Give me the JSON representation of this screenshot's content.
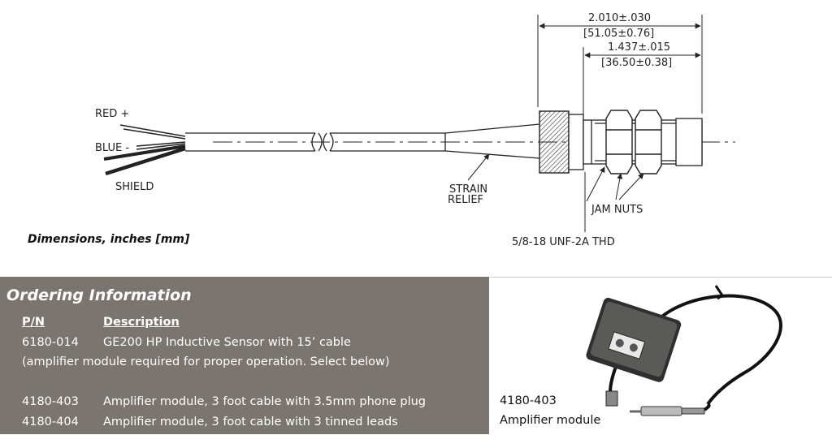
{
  "drawing": {
    "dim_overall": "2.010±.030",
    "dim_overall_mm": "[51.05±0.76]",
    "dim_body": "1.437±.015",
    "dim_body_mm": "[36.50±0.38]",
    "lead_red": "RED +",
    "lead_blue": "BLUE -",
    "lead_shield": "SHIELD",
    "strain_1": "STRAIN",
    "strain_2": "RELIEF",
    "jam_nuts": "JAM NUTS",
    "thread": "5/8-18 UNF-2A THD",
    "caption": "Dimensions, inches [mm]"
  },
  "ordering": {
    "title": "Ordering Information",
    "col_pn": "P/N",
    "col_desc": "Description",
    "rows": [
      {
        "pn": "6180-014",
        "desc": "GE200 HP Inductive Sensor with 15’ cable"
      },
      {
        "pn": "4180-403",
        "desc": "Amplifier module, 3 foot cable with 3.5mm phone plug"
      },
      {
        "pn": "4180-404",
        "desc": "Amplifier module, 3 foot cable with 3 tinned leads"
      }
    ],
    "note": "(amplifier module required for proper operation. Select below)"
  },
  "amp_photo": {
    "pn": "4180-403",
    "label": "Amplifier module"
  }
}
